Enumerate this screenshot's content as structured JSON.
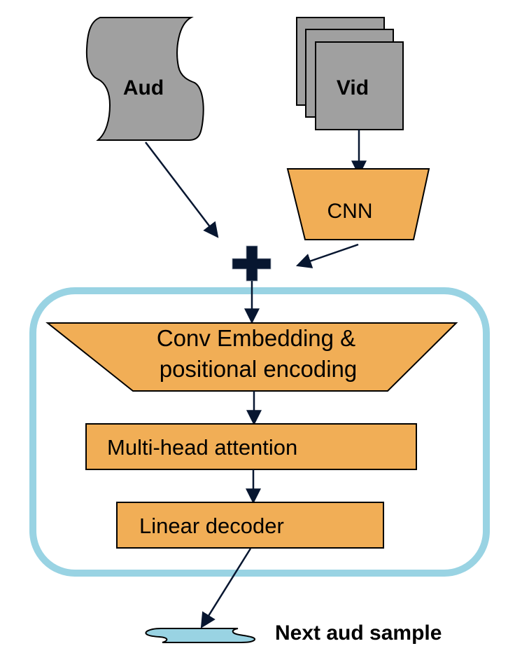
{
  "diagram": {
    "type": "flow-architecture",
    "nodes": {
      "audio_input": {
        "label": "Aud",
        "shape": "punched-tape",
        "fill": "#a0a0a0"
      },
      "video_input": {
        "label": "Vid",
        "shape": "stacked-frames",
        "fill": "#a0a0a0"
      },
      "cnn": {
        "label": "CNN",
        "shape": "trapezoid",
        "fill": "#f1ae56"
      },
      "combine": {
        "symbol": "plus",
        "color": "#071630"
      },
      "conv_embedding": {
        "label_line1": "Conv Embedding &",
        "label_line2": "positional encoding",
        "shape": "trapezoid",
        "fill": "#f1ae56"
      },
      "attention": {
        "label": "Multi-head attention",
        "shape": "rectangle",
        "fill": "#f1ae56"
      },
      "decoder": {
        "label": "Linear decoder",
        "shape": "rectangle",
        "fill": "#f1ae56"
      },
      "output": {
        "label": "Next aud sample",
        "shape": "punched-tape",
        "fill": "#99d3e3"
      }
    },
    "edges": [
      {
        "from": "video_input",
        "to": "cnn"
      },
      {
        "from": "audio_input",
        "to": "combine"
      },
      {
        "from": "cnn",
        "to": "combine"
      },
      {
        "from": "combine",
        "to": "conv_embedding"
      },
      {
        "from": "conv_embedding",
        "to": "attention"
      },
      {
        "from": "attention",
        "to": "decoder"
      },
      {
        "from": "decoder",
        "to": "output"
      }
    ],
    "group": {
      "name": "transformer-block",
      "border_color": "#99d3e3"
    },
    "arrow_color": "#071630"
  }
}
